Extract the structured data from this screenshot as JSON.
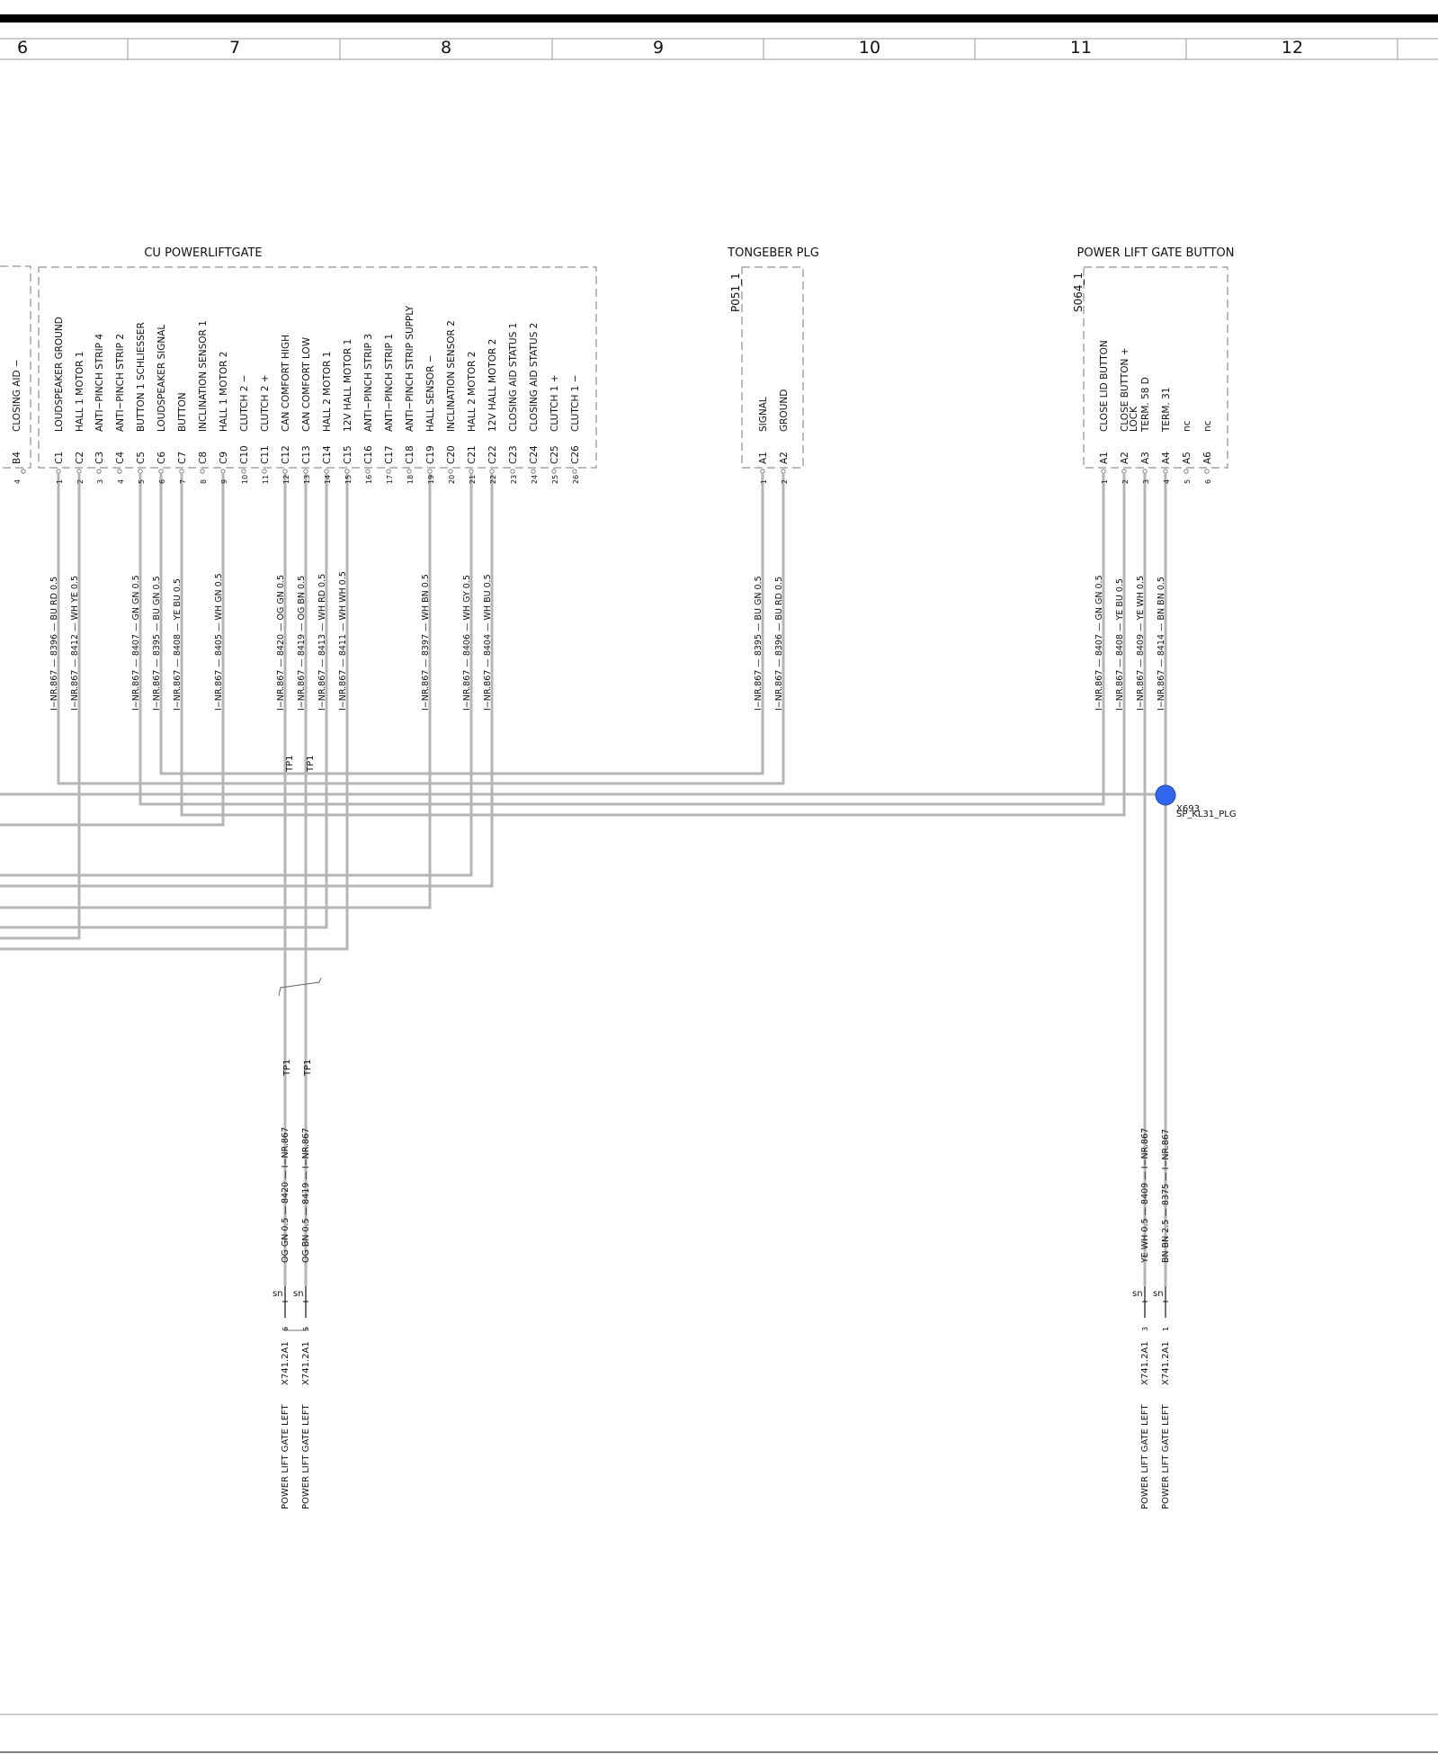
{
  "frame": {
    "columns": [
      "6",
      "7",
      "8",
      "9",
      "10",
      "11",
      "12"
    ],
    "colors": {
      "wire": "#b5b5b5",
      "ink": "#111111",
      "splice": "#3366ee",
      "frame_border": "#000000"
    }
  },
  "cu_powerliftgate": {
    "title": "CU POWERLIFTGATE",
    "prev_pin": {
      "pin": "B4",
      "name": "CLOSING AID −",
      "num": "4"
    },
    "pins": [
      {
        "pin": "C1",
        "name": "LOUDSPEAKER GROUND",
        "num": "1",
        "wire": "I−NR.867 — 8396 — BU RD 0.5"
      },
      {
        "pin": "C2",
        "name": "HALL 1 MOTOR 1",
        "num": "2",
        "wire": "I−NR.867 — 8412 — WH YE 0.5"
      },
      {
        "pin": "C3",
        "name": "ANTI−PINCH STRIP 4",
        "num": "3",
        "wire": ""
      },
      {
        "pin": "C4",
        "name": "ANTI−PINCH STRIP 2",
        "num": "4",
        "wire": ""
      },
      {
        "pin": "C5",
        "name": "BUTTON 1 SCHLIESSER",
        "num": "5",
        "wire": "I−NR.867 — 8407 — GN GN 0.5"
      },
      {
        "pin": "C6",
        "name": "LOUDSPEAKER SIGNAL",
        "num": "6",
        "wire": "I−NR.867 — 8395 — BU GN 0.5"
      },
      {
        "pin": "C7",
        "name": "BUTTON",
        "num": "7",
        "wire": "I−NR.867 — 8408 — YE BU 0.5"
      },
      {
        "pin": "C8",
        "name": "INCLINATION SENSOR 1",
        "num": "8",
        "wire": ""
      },
      {
        "pin": "C9",
        "name": "HALL 1 MOTOR 2",
        "num": "9",
        "wire": "I−NR.867 — 8405 — WH GN 0.5"
      },
      {
        "pin": "C10",
        "name": "CLUTCH 2 −",
        "num": "10",
        "wire": ""
      },
      {
        "pin": "C11",
        "name": "CLUTCH 2 +",
        "num": "11",
        "wire": ""
      },
      {
        "pin": "C12",
        "name": "CAN COMFORT HIGH",
        "num": "12",
        "wire": "I−NR.867 — 8420 — OG GN 0.5"
      },
      {
        "pin": "C13",
        "name": "CAN COMFORT LOW",
        "num": "13",
        "wire": "I−NR.867 — 8419 — OG BN 0.5"
      },
      {
        "pin": "C14",
        "name": "HALL 2 MOTOR 1",
        "num": "14",
        "wire": "I−NR.867 — 8413 — WH RD 0.5"
      },
      {
        "pin": "C15",
        "name": "12V HALL MOTOR 1",
        "num": "15",
        "wire": "I−NR.867 — 8411 — WH WH 0.5"
      },
      {
        "pin": "C16",
        "name": "ANTI−PINCH STRIP 3",
        "num": "16",
        "wire": ""
      },
      {
        "pin": "C17",
        "name": "ANTI−PINCH STRIP 1",
        "num": "17",
        "wire": ""
      },
      {
        "pin": "C18",
        "name": "ANTI−PINCH STRIP SUPPLY",
        "num": "18",
        "wire": ""
      },
      {
        "pin": "C19",
        "name": "HALL SENSOR −",
        "num": "19",
        "wire": "I−NR.867 — 8397 — WH BN 0.5"
      },
      {
        "pin": "C20",
        "name": "INCLINATION SENSOR 2",
        "num": "20",
        "wire": ""
      },
      {
        "pin": "C21",
        "name": "HALL 2 MOTOR 2",
        "num": "21",
        "wire": "I−NR.867 — 8406 — WH GY 0.5"
      },
      {
        "pin": "C22",
        "name": "12V HALL MOTOR 2",
        "num": "22",
        "wire": "I−NR.867 — 8404 — WH BU 0.5"
      },
      {
        "pin": "C23",
        "name": "CLOSING AID STATUS 1",
        "num": "23",
        "wire": ""
      },
      {
        "pin": "C24",
        "name": "CLOSING AID STATUS 2",
        "num": "24",
        "wire": ""
      },
      {
        "pin": "C25",
        "name": "CLUTCH 1 +",
        "num": "25",
        "wire": ""
      },
      {
        "pin": "C26",
        "name": "CLUTCH 1 −",
        "num": "26",
        "wire": ""
      }
    ],
    "tp_labels": [
      "TP1",
      "TP1"
    ]
  },
  "tongeber": {
    "title": "TONGEBER PLG",
    "ref": "P051_1",
    "pins": [
      {
        "pin": "A1",
        "name": "SIGNAL",
        "num": "1",
        "wire": "I−NR.867 — 8395 — BU GN 0.5"
      },
      {
        "pin": "A2",
        "name": "GROUND",
        "num": "2",
        "wire": "I−NR.867 — 8396 — BU RD 0.5"
      }
    ]
  },
  "button": {
    "title": "POWER LIFT GATE BUTTON",
    "ref": "S064_1",
    "pins": [
      {
        "pin": "A1",
        "name": "CLOSE LID BUTTON",
        "num": "1",
        "wire": "I−NR.867 — 8407 — GN GN 0.5"
      },
      {
        "pin": "A2",
        "name": "CLOSE BUTTON +",
        "name2": "LOCK",
        "num": "2",
        "wire": "I−NR.867 — 8408 — YE BU 0.5"
      },
      {
        "pin": "A3",
        "name": "TERM. 58 D",
        "num": "3",
        "wire": "I−NR.867 — 8409 — YE WH 0.5"
      },
      {
        "pin": "A4",
        "name": "TERM. 31",
        "num": "4",
        "wire": "I−NR.867 — 8414 — BN BN 0.5"
      },
      {
        "pin": "A5",
        "name": "nc",
        "num": "5",
        "wire": ""
      },
      {
        "pin": "A6",
        "name": "nc",
        "num": "6",
        "wire": ""
      }
    ]
  },
  "splice": {
    "id": "X693",
    "label": "SP_KL31_PLG"
  },
  "lower": {
    "tp_labels": [
      "TP1",
      "TP1"
    ],
    "wires": [
      {
        "text": "OG GN 0.5 — 8420 — I−NR.867",
        "sn": "sn",
        "pin": "6",
        "connector": "X741.2A1",
        "target": "POWER LIFT GATE LEFT"
      },
      {
        "text": "OG BN 0.5 — 8419 — I−NR.867",
        "sn": "sn",
        "pin": "5",
        "connector": "X741.2A1",
        "target": "POWER LIFT GATE LEFT"
      },
      {
        "text": "YE WH 0.5 — 8409 — I−NR.867",
        "sn": "sn",
        "pin": "3",
        "connector": "X741.2A1",
        "target": "POWER LIFT GATE LEFT"
      },
      {
        "text": "BN BN 2.5 — 8375 — I−NR.867",
        "sn": "sn",
        "pin": "1",
        "connector": "X741.2A1",
        "target": "POWER LIFT GATE LEFT"
      }
    ]
  }
}
